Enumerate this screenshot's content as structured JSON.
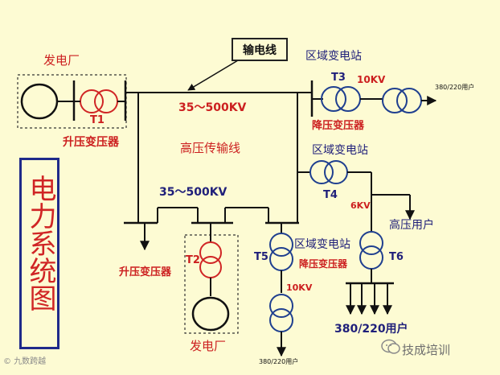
{
  "title": "电力系统图",
  "labels": {
    "transmission_line": "输电线",
    "power_plant_top": "发电厂",
    "power_plant_bottom": "发电厂",
    "regional_substation_top": "区域变电站",
    "regional_substation_mid": "区域变电站",
    "regional_substation_bottom": "区域变电站",
    "step_up_transformer_top": "升压变压器",
    "step_up_transformer_bottom": "升压变压器",
    "step_down_transformer_top": "降压变压器",
    "step_down_transformer_bottom": "降压变压器",
    "voltage_hv_top": "35～500KV",
    "voltage_hv_mid": "35～500KV",
    "hv_transmission_line": "高压传输线",
    "voltage_10kv_top": "10KV",
    "voltage_10kv_bottom": "10KV",
    "voltage_6kv": "6KV",
    "user_380_top": "380/220用户",
    "user_380_bottom_small": "380/220用户",
    "user_380_bottom_large": "380/220用户",
    "hv_user": "高压用户",
    "t1": "T1",
    "t2": "T2",
    "t3": "T3",
    "t4": "T4",
    "t5": "T5",
    "t6": "T6"
  },
  "watermark": "技成培训",
  "copyright": "© 九数跨越",
  "colors": {
    "background": "#fdfbd3",
    "line": "#111111",
    "transformer_blue": "#1f3f8f",
    "transformer_red": "#d02525",
    "label_red": "#cc1f1f",
    "label_dark": "#1f1f7a",
    "title_border": "#1f2a8a"
  }
}
